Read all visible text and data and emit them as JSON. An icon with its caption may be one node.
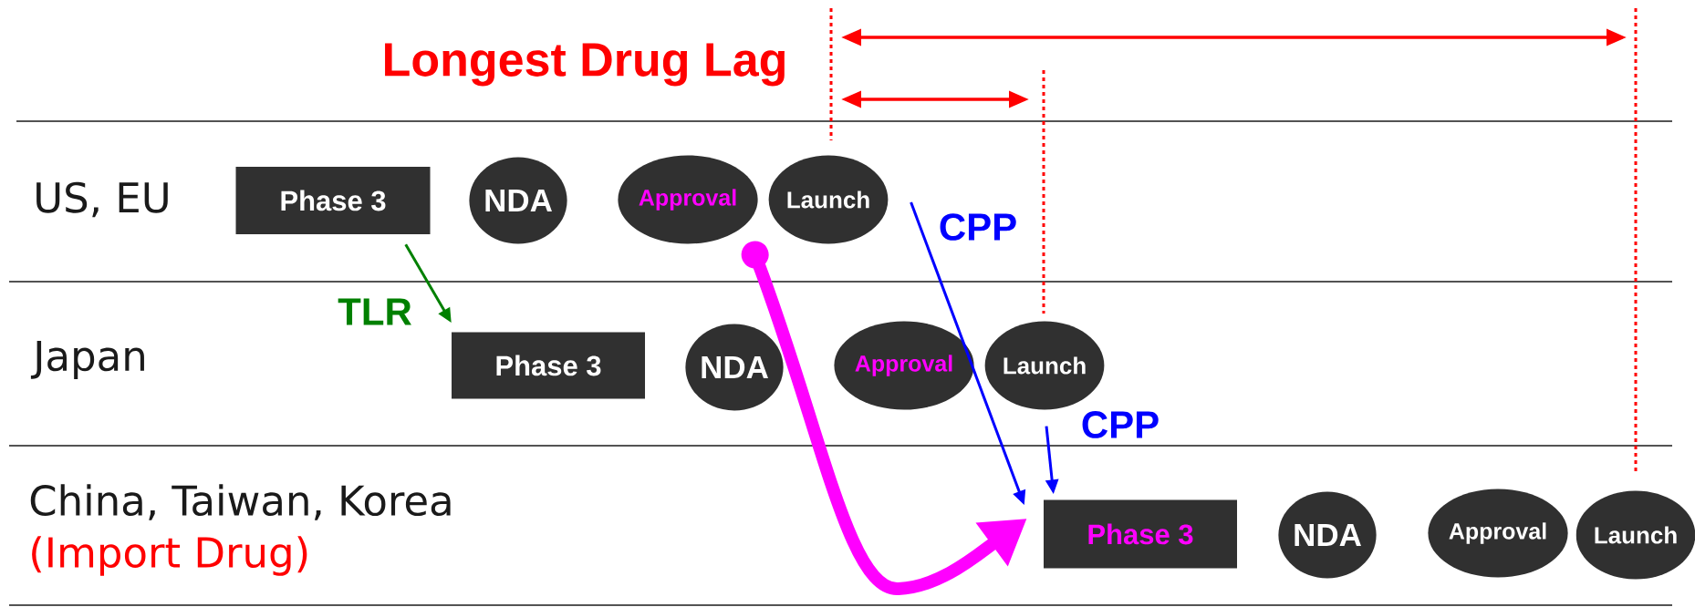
{
  "diagram": {
    "nodes": [
      {
        "text": [
          "Phase 3"
        ]
      },
      {
        "text": [
          "NDA"
        ]
      },
      {
        "text": [
          "Approval"
        ]
      },
      {
        "text": [
          "Launch"
        ]
      },
      {
        "text": [
          "Phase 3"
        ]
      },
      {
        "text": [
          "NDA"
        ]
      },
      {
        "text": [
          "Approval"
        ]
      },
      {
        "text": [
          "Launch"
        ]
      },
      {
        "text": [
          "Phase 3"
        ]
      },
      {
        "text": [
          "NDA"
        ]
      },
      {
        "text": [
          "Approval"
        ]
      },
      {
        "text": [
          "Launch"
        ]
      }
    ],
    "edges": [
      {
        "from": 0,
        "to": 4,
        "arrow": "to",
        "label": "TLR",
        "color": "#008000"
      },
      {
        "from": 3,
        "to": 8,
        "arrow": "to",
        "label": "CPP",
        "color": "#0000ff"
      },
      {
        "from": 7,
        "to": 8,
        "arrow": "to",
        "label": "CPP",
        "color": "#0000ff"
      },
      {
        "from": 2,
        "to": 8,
        "arrow": "to",
        "style": "thick",
        "color": "#ff00ff"
      }
    ],
    "labels": [
      "Longest Drug Lag",
      "US, EU",
      "Japan",
      "China, Taiwan, Korea",
      "(Import Drug)"
    ]
  }
}
